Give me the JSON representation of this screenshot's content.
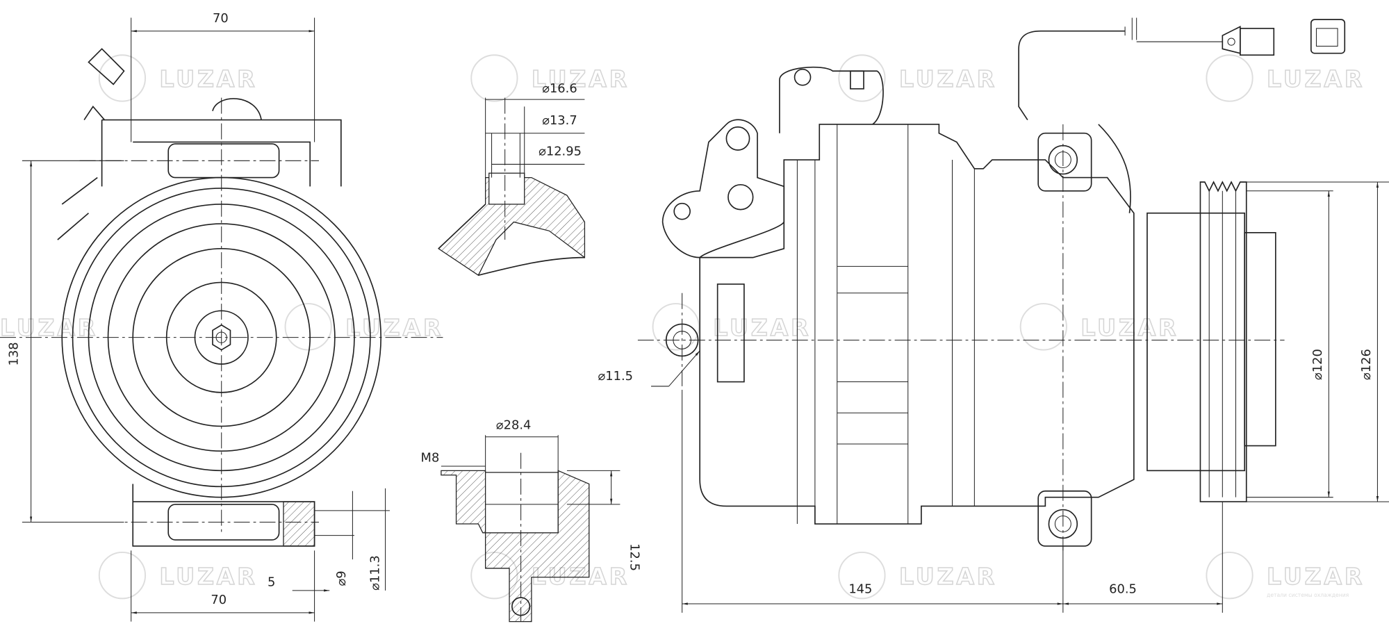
{
  "watermark": {
    "brand": "LUZAR",
    "tagline": "детали системы охлаждения"
  },
  "dimensions": {
    "front_width_top": "70",
    "front_height": "138",
    "front_width_bottom": "70",
    "mount_offset": "5",
    "bore_d9": "⌀9",
    "bore_d11_3": "⌀11.3",
    "port_d16_6": "⌀16.6",
    "port_d13_7": "⌀13.7",
    "port_d12_95": "⌀12.95",
    "port_d28_4": "⌀28.4",
    "thread_m8": "M8",
    "port_depth": "12.5",
    "mount_hole": "⌀11.5",
    "body_length": "145",
    "pulley_offset": "60.5",
    "pulley_d120": "⌀120",
    "pulley_d126": "⌀126"
  }
}
